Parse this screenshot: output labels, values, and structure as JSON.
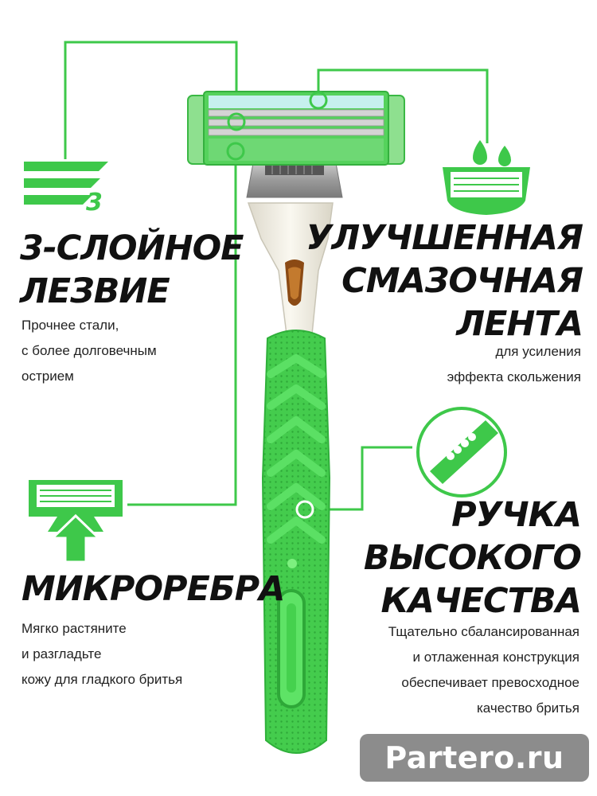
{
  "colors": {
    "accent_green": "#3ec84a",
    "handle_green": "#45d14e",
    "cream": "#f2efe4",
    "text": "#111111",
    "watermark_bg": "#8c8c8c"
  },
  "features": [
    {
      "id": "blade",
      "icon": "three-layer-blade-icon",
      "title_lines": [
        "3-СЛОЙНОЕ",
        "ЛЕЗВИЕ"
      ],
      "desc_lines": [
        "Прочнее стали,",
        "с более долговечным",
        "острием"
      ]
    },
    {
      "id": "strip",
      "icon": "lubricating-strip-icon",
      "title_lines": [
        "УЛУЧШЕННАЯ",
        "СМАЗОЧНАЯ",
        "ЛЕНТА"
      ],
      "desc_lines": [
        "для усиления",
        "эффекта скольжения"
      ]
    },
    {
      "id": "microfins",
      "icon": "microfins-icon",
      "title_lines": [
        "МИКРОРЕБРА"
      ],
      "desc_lines": [
        "Мягко растяните",
        "и разгладьте",
        "кожу для гладкого бритья"
      ]
    },
    {
      "id": "handle",
      "icon": "handle-icon",
      "title_lines": [
        "РУЧКА",
        "ВЫСОКОГО",
        "КАЧЕСТВА"
      ],
      "desc_lines": [
        "Тщательно сбалансированная",
        "и отлаженная конструкция",
        "обеспечивает превосходное",
        "качество бритья"
      ]
    }
  ],
  "blade_icon_number": "3",
  "watermark": "Partero.ru"
}
